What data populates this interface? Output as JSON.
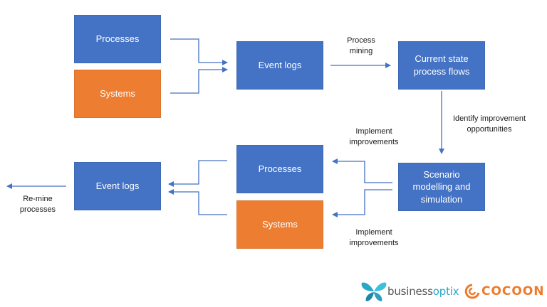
{
  "diagram": {
    "boxes": {
      "processes_1": "Processes",
      "systems_1": "Systems",
      "event_logs_1": "Event logs",
      "current_state": "Current state process flows",
      "scenario": "Scenario modelling and simulation",
      "processes_2": "Processes",
      "systems_2": "Systems",
      "event_logs_2": "Event logs"
    },
    "labels": {
      "process_mining": "Process mining",
      "identify": "Identify improvement opportunities",
      "implement_top": "Implement improvements",
      "implement_bottom": "Implement improvements",
      "remine": "Re-mine processes"
    }
  },
  "logos": {
    "businessoptix_prefix": "business",
    "businessoptix_suffix": "optix",
    "cocoon": "COCOON"
  },
  "colors": {
    "blue": "#4472c4",
    "orange": "#ed7d31",
    "arrow": "#4472c4"
  }
}
